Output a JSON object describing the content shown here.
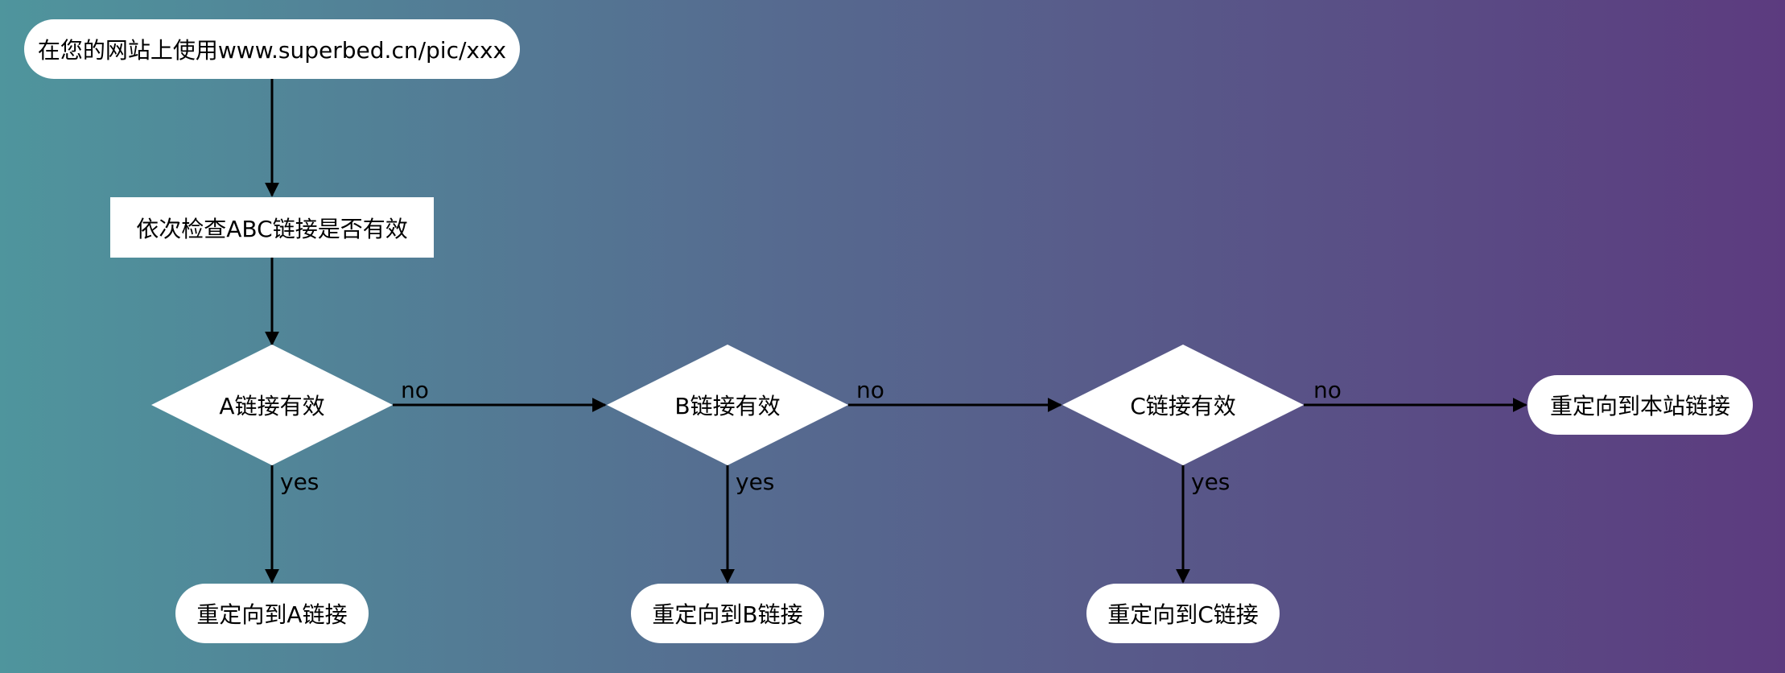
{
  "diagram": {
    "start": {
      "label": "在您的网站上使用www.superbed.cn/pic/xxx"
    },
    "check": {
      "label": "依次检查ABC链接是否有效"
    },
    "decisions": [
      {
        "label": "A链接有效",
        "yes_label": "yes",
        "no_label": "no",
        "yes_target": "重定向到A链接"
      },
      {
        "label": "B链接有效",
        "yes_label": "yes",
        "no_label": "no",
        "yes_target": "重定向到B链接"
      },
      {
        "label": "C链接有效",
        "yes_label": "yes",
        "no_label": "no",
        "yes_target": "重定向到C链接"
      }
    ],
    "fallback": {
      "label": "重定向到本站链接"
    }
  },
  "colors": {
    "gradient_start": "#4F959D",
    "gradient_mid": "#56698F",
    "gradient_end": "#5C3B7F",
    "node_fill": "#ffffff",
    "text": "#000000",
    "arrow": "#000000"
  }
}
